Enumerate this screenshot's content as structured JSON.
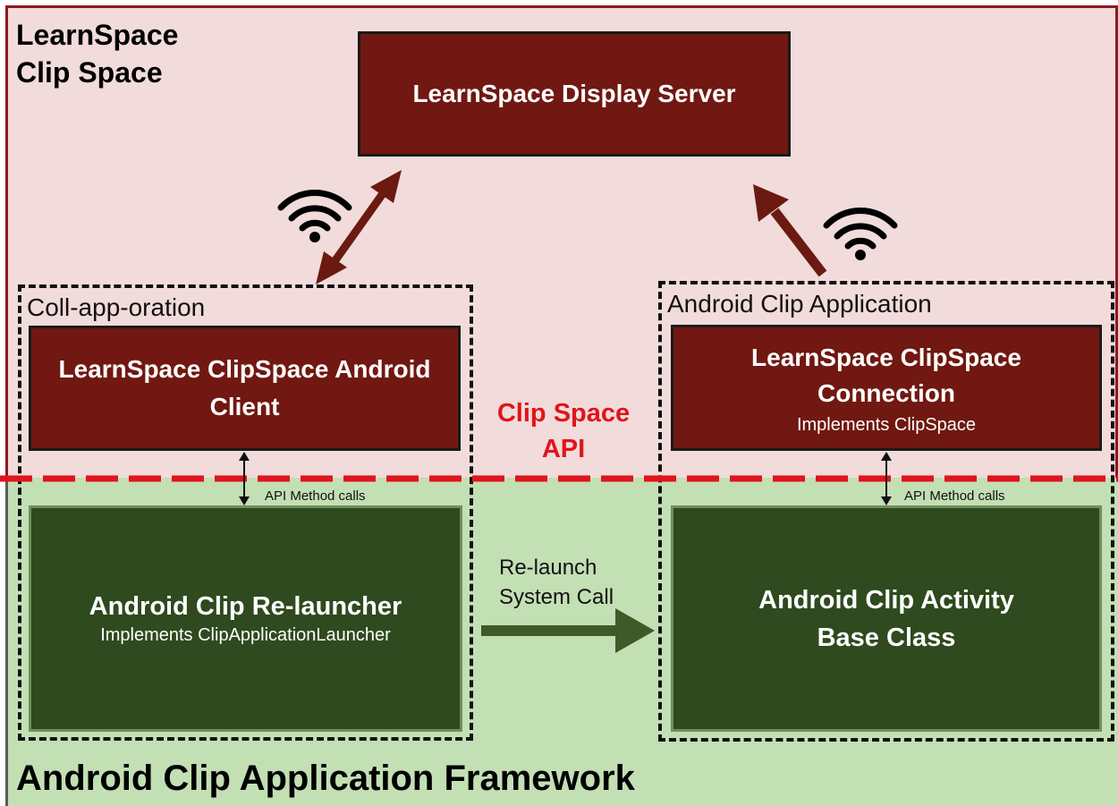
{
  "regions": {
    "top_title": [
      "LearnSpace",
      "Clip Space"
    ],
    "bottom_title": "Android Clip Application Framework"
  },
  "display_server": {
    "label": "LearnSpace Display Server"
  },
  "left_group": {
    "label": "Coll-app-oration",
    "client_box": {
      "line1": "LearnSpace ClipSpace Android",
      "line2": "Client"
    },
    "api_calls_label": "API Method calls",
    "relauncher_box": {
      "title": "Android Clip Re-launcher",
      "subtitle": "Implements ClipApplicationLauncher"
    }
  },
  "right_group": {
    "label": "Android Clip Application",
    "connection_box": {
      "line1": "LearnSpace ClipSpace",
      "line2": "Connection",
      "subtitle": "Implements ClipSpace"
    },
    "api_calls_label": "API Method calls",
    "activity_box": {
      "line1": "Android Clip Activity",
      "line2": "Base Class"
    }
  },
  "api_boundary_label": [
    "Clip Space",
    "API"
  ],
  "relaunch_arrow_label": [
    "Re-launch",
    "System Call"
  ],
  "colors": {
    "top_region": "#f2dbdb",
    "bottom_region": "#c3dfb4",
    "red_box": "#701811",
    "green_box": "#2e4a1e",
    "api_line": "#e0141c",
    "network_arrow": "#6b1a12",
    "relaunch_arrow": "#3e5a27"
  },
  "icons": [
    "wifi-icon",
    "wifi-icon"
  ]
}
